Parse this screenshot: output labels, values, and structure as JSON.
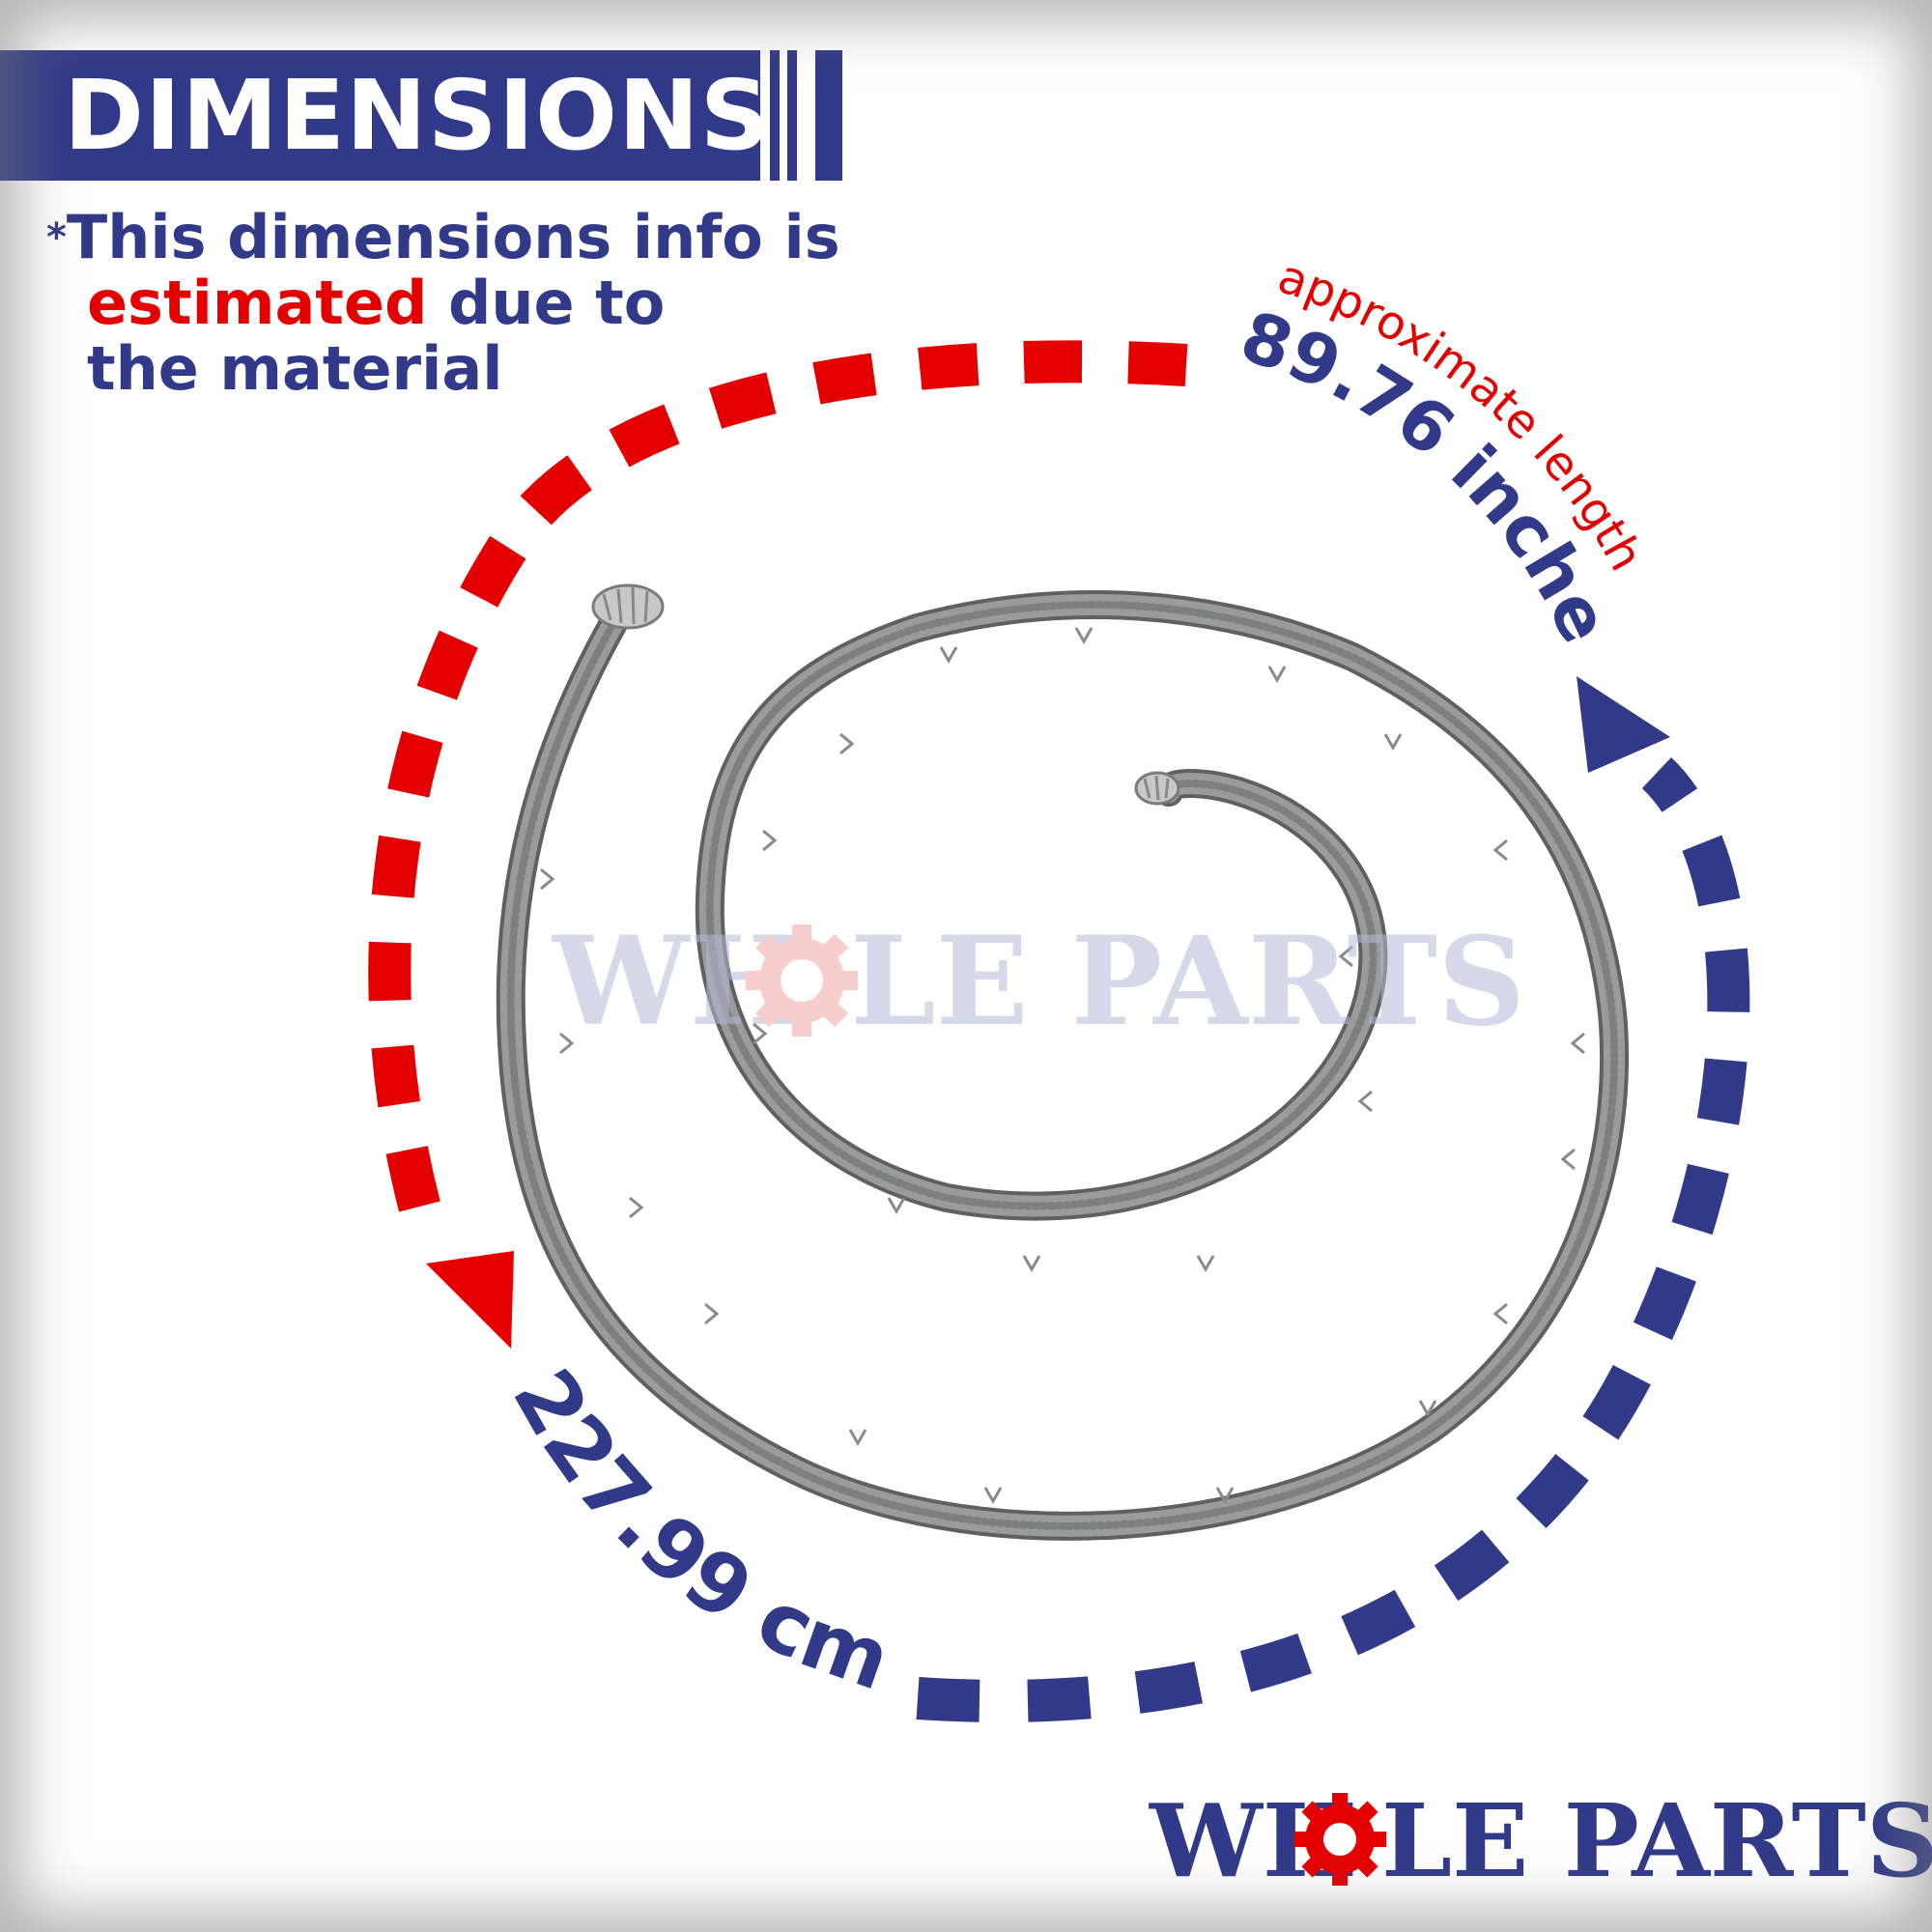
{
  "header": {
    "title": "DIMENSIONS"
  },
  "note": {
    "asterisk": "*",
    "line1": "This dimensions info is",
    "line2_highlight": "estimated",
    "line2_rest": " due to",
    "line3": "the material"
  },
  "measurements": {
    "qualifier": "approximate length",
    "inches": "89.76 inches",
    "cm": "227.99 cm"
  },
  "brand": {
    "part1": "WH",
    "part2": "LE PARTS",
    "gear_icon": "gear-icon"
  },
  "colors": {
    "navy": "#313a88",
    "red": "#e50000",
    "cord": "#808080"
  }
}
